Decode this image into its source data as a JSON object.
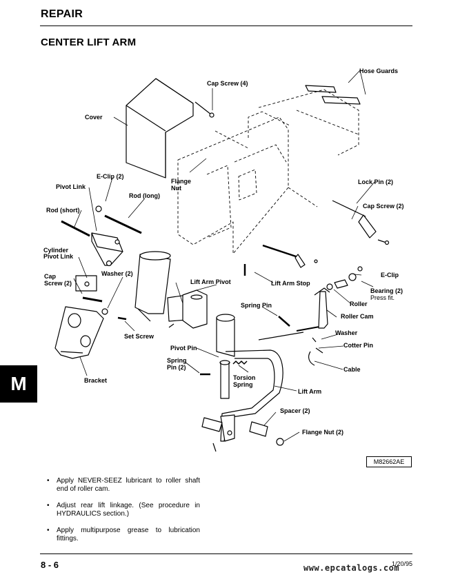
{
  "header": {
    "title": "REPAIR"
  },
  "section": {
    "title": "CENTER LIFT ARM"
  },
  "diagram": {
    "figure_id": "M82662AE",
    "labels": {
      "hose_guards": "Hose Guards",
      "cap_screw_4": "Cap Screw (4)",
      "cover": "Cover",
      "e_clip_2": "E-Clip (2)",
      "flange_nut_1": "Flange",
      "flange_nut_2": "Nut",
      "pivot_link": "Pivot Link",
      "rod_long": "Rod (long)",
      "lock_pin_2": "Lock Pin (2)",
      "rod_short": "Rod (short)",
      "cap_screw_2_right": "Cap Screw (2)",
      "cylinder_pivot_link_1": "Cylinder",
      "cylinder_pivot_link_2": "Pivot Link",
      "e_clip": "E-Clip",
      "cap_screw_2_left_1": "Cap",
      "cap_screw_2_left_2": "Screw (2)",
      "washer_2": "Washer (2)",
      "lift_arm_pivot": "Lift Arm Pivot",
      "lift_arm_stop": "Lift Arm Stop",
      "bearing_2": "Bearing (2)",
      "press_fit": "Press fit.",
      "roller": "Roller",
      "spring_pin": "Spring Pin",
      "roller_cam": "Roller Cam",
      "set_screw": "Set Screw",
      "washer": "Washer",
      "pivot_pin": "Pivot Pin",
      "cotter_pin": "Cotter Pin",
      "spring_pin_2_1": "Spring",
      "spring_pin_2_2": "Pin (2)",
      "cable": "Cable",
      "bracket": "Bracket",
      "torsion_spring_1": "Torsion",
      "torsion_spring_2": "Spring",
      "lift_arm": "Lift Arm",
      "spacer_2": "Spacer (2)",
      "flange_nut_2b": "Flange Nut (2)"
    }
  },
  "side_tab": {
    "letter": "M"
  },
  "notes": [
    {
      "bullet": "•",
      "text": "Apply NEVER-SEEZ lubricant to roller shaft end of roller cam."
    },
    {
      "bullet": "•",
      "text": "Adjust rear lift linkage. (See procedure in HYDRAULICS section.)"
    },
    {
      "bullet": "•",
      "text": "Apply multipurpose grease to lubrication fittings."
    }
  ],
  "footer": {
    "page_number": "8 - 6",
    "date": "1/20/95"
  },
  "watermark": {
    "text": "www.epcatalogs.com"
  }
}
